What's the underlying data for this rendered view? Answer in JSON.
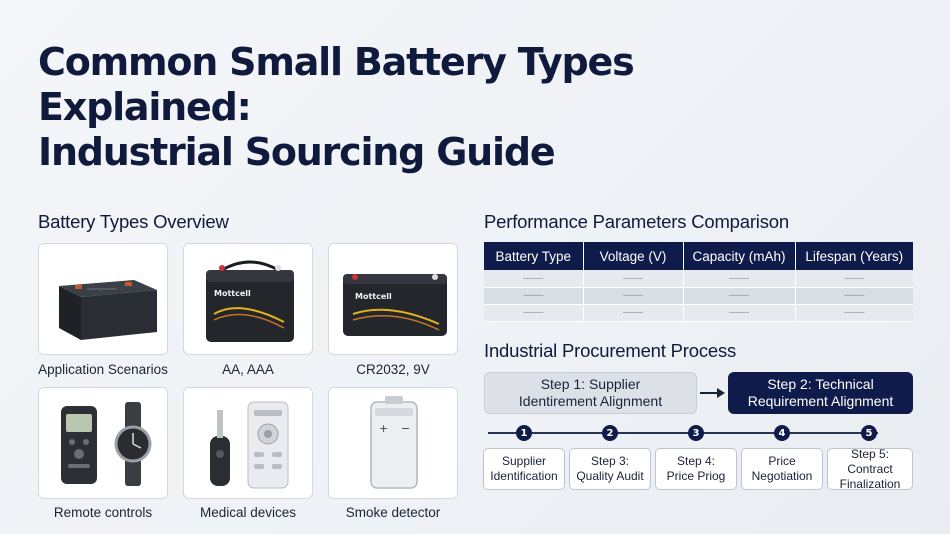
{
  "title": {
    "line1": "Common Small Battery Types",
    "line2": "Explained:",
    "line3": "Industrial Sourcing Guide"
  },
  "overview": {
    "heading": "Battery Types Overview",
    "cards": [
      {
        "label": "Application Scenarios",
        "icon": "battery-pack-image"
      },
      {
        "label": "AA, AAA",
        "icon": "battery-mottcell-image",
        "brand": "Mottcell"
      },
      {
        "label": "CR2032, 9V",
        "icon": "battery-mottcell-wide-image",
        "brand": "Mottcell"
      },
      {
        "label": "Remote controls",
        "icon": "remote-and-watch-image"
      },
      {
        "label": "Medical devices",
        "icon": "remote-and-key-image"
      },
      {
        "label": "Smoke detector",
        "icon": "cylindrical-battery-image"
      }
    ]
  },
  "performance": {
    "heading": "Performance Parameters Comparison",
    "columns": [
      "Battery Type",
      "Voltage (V)",
      "Capacity (mAh)",
      "Lifespan (Years)"
    ],
    "rows": [
      [
        "——",
        "——",
        "——",
        "——"
      ],
      [
        "——",
        "——",
        "——",
        "——"
      ],
      [
        "——",
        "——",
        "——",
        "——"
      ]
    ]
  },
  "process": {
    "heading": "Industrial Procurement Process",
    "step1": {
      "line1": "Step 1: Supplier",
      "line2": "Identirement Alignment"
    },
    "step2": {
      "line1": "Step 2: Technical",
      "line2": "Requirement Alignment"
    },
    "numbers": [
      "1",
      "2",
      "3",
      "4",
      "5"
    ],
    "substeps": [
      {
        "line1": "Supplier",
        "line2": "Identification"
      },
      {
        "line1": "Step 3:",
        "line2": "Quality Audit"
      },
      {
        "line1": "Step 4:",
        "line2": "Price Priog"
      },
      {
        "line1": "Price",
        "line2": "Negotiation"
      },
      {
        "line1": "Step 5: Contract",
        "line2": "Finalization"
      }
    ]
  },
  "colors": {
    "navy": "#0f1c4b",
    "text": "#101a3a",
    "background": "#f0f3f6"
  }
}
